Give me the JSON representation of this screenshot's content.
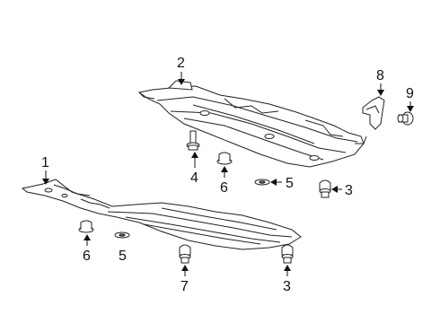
{
  "diagram": {
    "callouts": [
      {
        "id": "c1",
        "label": "1"
      },
      {
        "id": "c2",
        "label": "2"
      },
      {
        "id": "c3a",
        "label": "3"
      },
      {
        "id": "c3b",
        "label": "3"
      },
      {
        "id": "c4",
        "label": "4"
      },
      {
        "id": "c5a",
        "label": "5"
      },
      {
        "id": "c5b",
        "label": "5"
      },
      {
        "id": "c6a",
        "label": "6"
      },
      {
        "id": "c6b",
        "label": "6"
      },
      {
        "id": "c7",
        "label": "7"
      },
      {
        "id": "c8",
        "label": "8"
      },
      {
        "id": "c9",
        "label": "9"
      }
    ]
  }
}
